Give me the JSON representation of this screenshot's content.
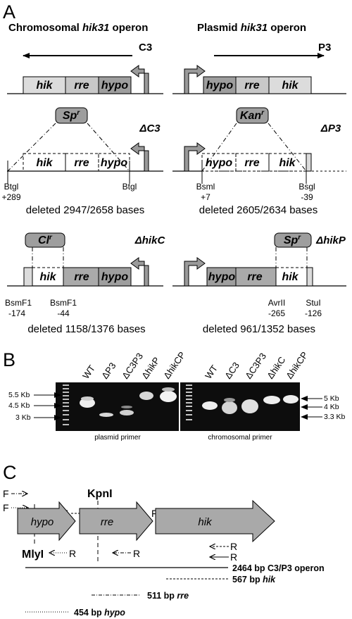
{
  "panels": {
    "a": "A",
    "b": "B",
    "c": "C"
  },
  "panel_a": {
    "chrom_title_pre": "Chromosomal ",
    "chrom_title_gene": "hik31",
    "chrom_title_post": " operon",
    "plasmid_title_pre": "Plasmid ",
    "plasmid_title_gene": "hik31",
    "plasmid_title_post": " operon",
    "c3": "C3",
    "p3": "P3",
    "genes": {
      "hik": "hik",
      "rre": "rre",
      "hypo": "hypo"
    },
    "cassettes": {
      "sp": "Sp",
      "kan": "Kan",
      "cl": "Cl",
      "sup": "r"
    },
    "mutants": {
      "dc3": "ΔC3",
      "dp3": "ΔP3",
      "dhikc": "ΔhikC",
      "dhikp": "ΔhikP"
    },
    "sites": {
      "btgl_left": "Btgl",
      "btgl_left_pos": "+289",
      "btgl_right": "Btgl",
      "bsml": "Bsml",
      "bsml_pos": "+7",
      "bsgl": "Bsgl",
      "bsgl_pos": "-39",
      "bsmf1_a": "BsmF1",
      "bsmf1_a_pos": "-174",
      "bsmf1_b": "BsmF1",
      "bsmf1_b_pos": "-44",
      "avrii": "AvrII",
      "avrii_pos": "-265",
      "stul": "StuI",
      "stul_pos": "-126"
    },
    "deleted": {
      "c3": "deleted 2947/2658 bases",
      "p3": "deleted 2605/2634 bases",
      "hikc": "deleted 1158/1376 bases",
      "hikp": "deleted 961/1352 bases"
    }
  },
  "panel_b": {
    "left_lanes": [
      "WT",
      "ΔP3",
      "ΔC3P3",
      "ΔhikP",
      "ΔhikCP"
    ],
    "right_lanes": [
      "WT",
      "ΔC3",
      "ΔC3P3",
      "ΔhikC",
      "ΔhikCP"
    ],
    "left_markers": [
      "5.5 Kb",
      "4.5 Kb",
      "3 Kb"
    ],
    "right_markers": [
      "5 Kb",
      "4 Kb",
      "3.3 Kb"
    ],
    "left_caption": "plasmid primer",
    "right_caption": "chromosomal primer"
  },
  "panel_c": {
    "genes": {
      "hypo": "hypo",
      "rre": "rre",
      "hik": "hik"
    },
    "kpnl": "KpnI",
    "mlyl": "MlyI",
    "f": "F",
    "r": "R",
    "products": {
      "operon": "2464 bp C3/P3 operon",
      "hik_bp": "567 bp ",
      "hik_gene": "hik",
      "rre_bp": "511 bp ",
      "rre_gene": "rre",
      "hypo_bp": "454 bp ",
      "hypo_gene": "hypo"
    }
  }
}
